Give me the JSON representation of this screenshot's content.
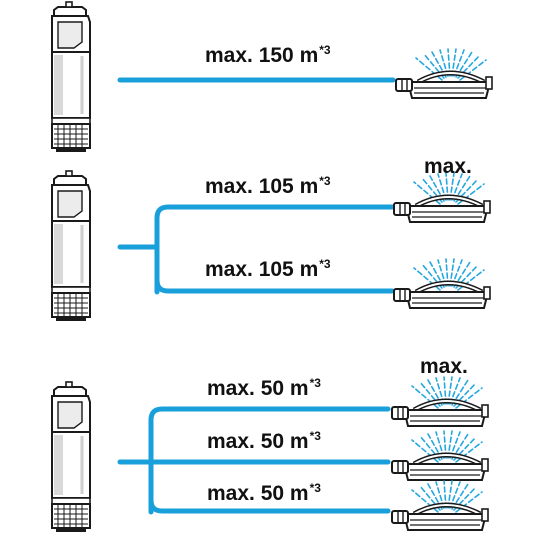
{
  "colors": {
    "hose": "#19a0db",
    "outline": "#1a1a1a",
    "spray": "#26a7e0",
    "text": "#111111",
    "pump_shade": "#d9d9d9"
  },
  "icons": {
    "pump": "submersible-pump-icon",
    "sprinkler": "oscillating-sprinkler-icon"
  },
  "diagram": {
    "rows": [
      {
        "id": "single",
        "hoses": [
          {
            "label_prefix": "max. 150 m",
            "label_suffix": "*3"
          }
        ]
      },
      {
        "id": "double",
        "max_label": "max.",
        "hoses": [
          {
            "label_prefix": "max. 105 m",
            "label_suffix": "*3"
          },
          {
            "label_prefix": "max. 105 m",
            "label_suffix": "*3"
          }
        ]
      },
      {
        "id": "triple",
        "max_label": "max.",
        "hoses": [
          {
            "label_prefix": "max. 50 m",
            "label_suffix": "*3"
          },
          {
            "label_prefix": "max. 50 m",
            "label_suffix": "*3"
          },
          {
            "label_prefix": "max. 50 m",
            "label_suffix": "*3"
          }
        ]
      }
    ]
  }
}
